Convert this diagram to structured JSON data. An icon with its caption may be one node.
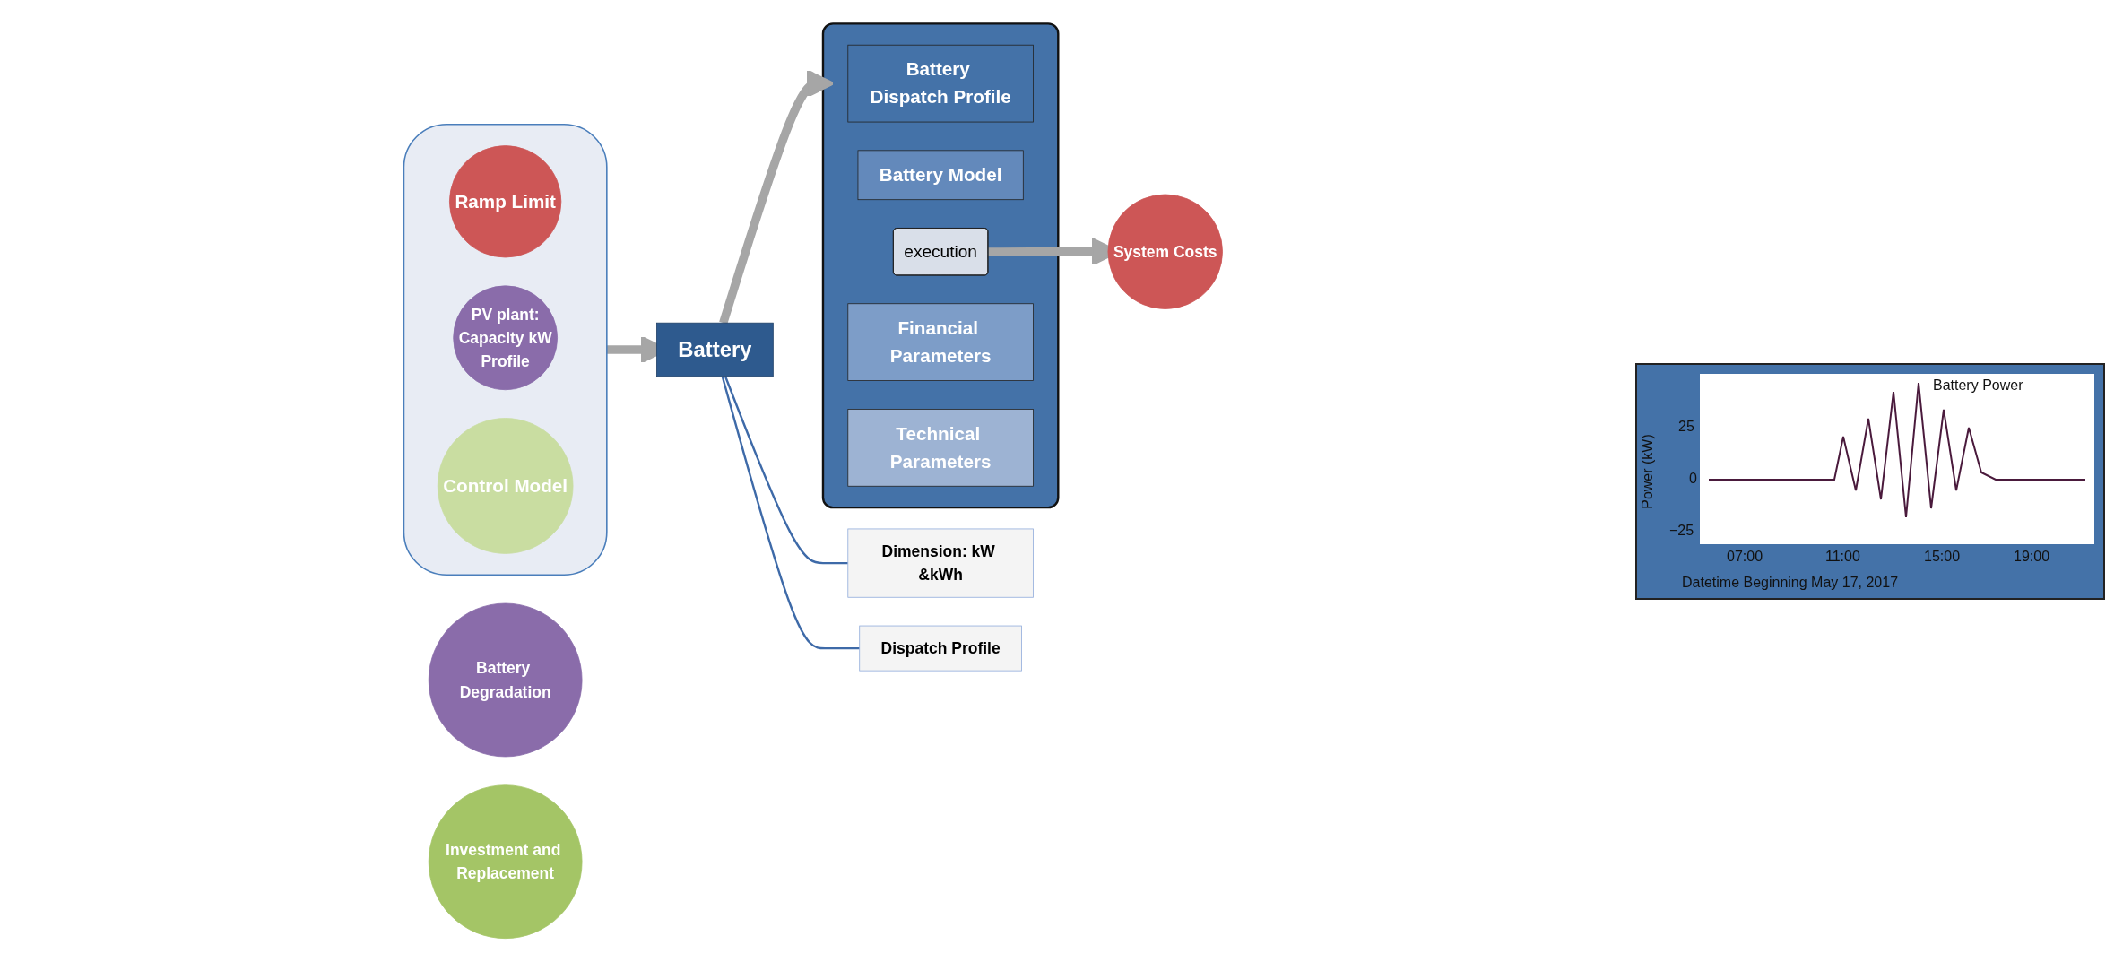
{
  "diagram": {
    "nodes": [
      {
        "text": [],
        "shape": "funnel"
      },
      {
        "text": [
          "Ramp Limit"
        ],
        "in": 0
      },
      {
        "text": [
          "PV plant:",
          "Capacity kW",
          "Profile"
        ],
        "in": 0
      },
      {
        "text": [
          "Control Model"
        ],
        "in": 0
      },
      {
        "text": [
          "Battery"
        ]
      },
      {
        "text": [
          "Dimension: kW &kWh"
        ]
      },
      {
        "text": [
          "Dispatch Profile"
        ]
      },
      {
        "text": [],
        "shape": "box"
      },
      {
        "text": [
          "Battery Dispatch Profile"
        ],
        "in": 7
      },
      {
        "text": [
          "Battery Model"
        ],
        "in": 7
      },
      {
        "text": [
          "execution"
        ],
        "in": 7
      },
      {
        "text": [
          "Financial Parameters"
        ],
        "in": 7
      },
      {
        "text": [
          "Technical Parameters"
        ],
        "in": 7
      },
      {
        "text": [
          "System Costs"
        ]
      },
      {
        "text": [
          "Battery Degradation"
        ]
      },
      {
        "text": [
          "Investment and Replacement"
        ]
      }
    ],
    "edges": [
      {
        "from": 0,
        "to": 4,
        "arrow": "to"
      },
      {
        "from": 4,
        "to": 7,
        "arrow": "to"
      },
      {
        "from": 4,
        "to": 5,
        "arrow": "none",
        "color": "#3e6aa8"
      },
      {
        "from": 4,
        "to": 6,
        "arrow": "none",
        "color": "#3e6aa8"
      },
      {
        "from": 10,
        "to": 13,
        "arrow": "to"
      }
    ],
    "labels": [
      "Battery Power",
      "Power (kW)",
      "25",
      "0",
      "−25",
      "07:00",
      "11:00",
      "15:00",
      "19:00",
      "Datetime Beginning May 17, 2017"
    ]
  }
}
